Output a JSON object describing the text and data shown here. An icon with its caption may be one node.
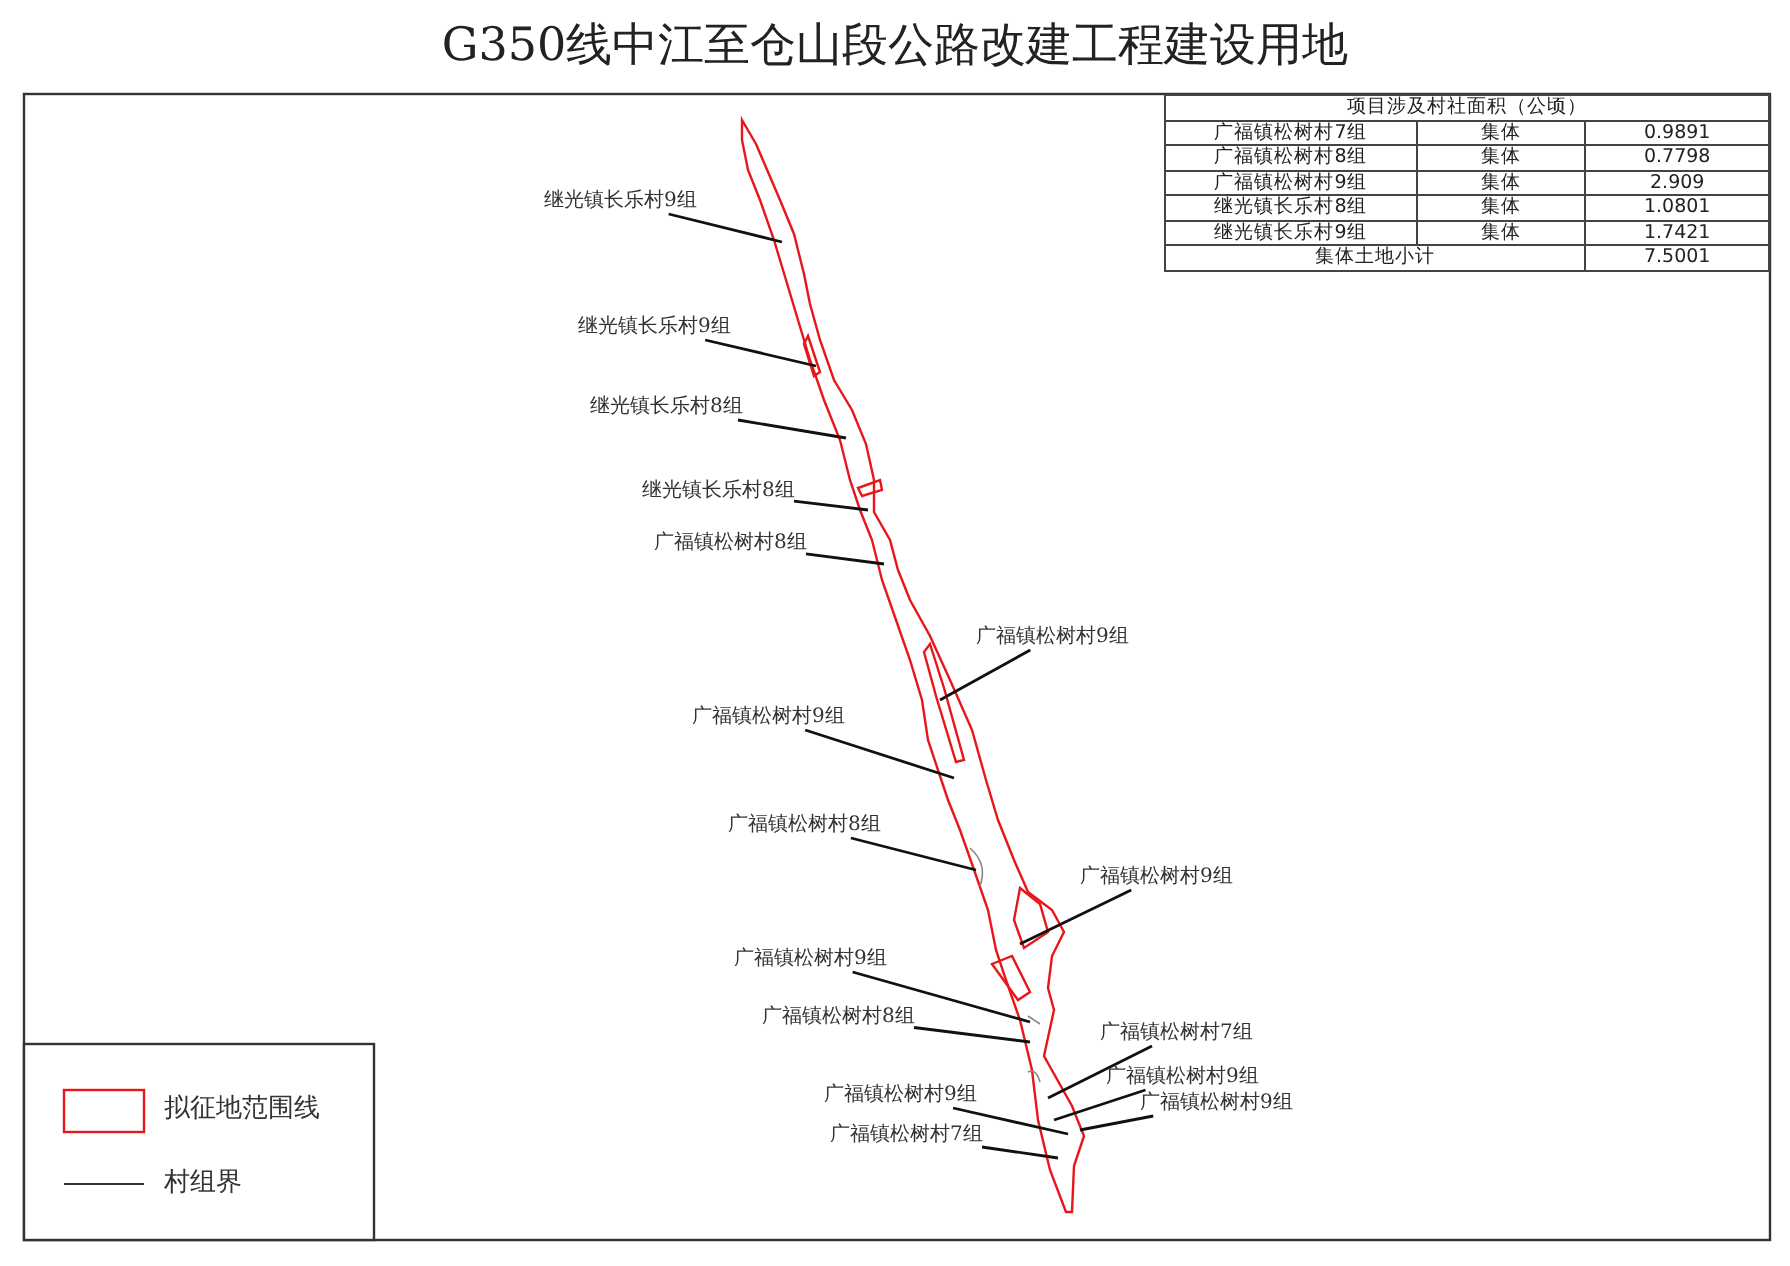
{
  "diagram": {
    "title": "G350线中江至仓山段公路改建工程建设用地",
    "nodes": [
      {
        "text": [
          "继光镇长乐村9组"
        ]
      },
      {
        "text": [
          "继光镇长乐村9组"
        ]
      },
      {
        "text": [
          "继光镇长乐村8组"
        ]
      },
      {
        "text": [
          "继光镇长乐村8组"
        ]
      },
      {
        "text": [
          "广福镇松树村8组"
        ]
      },
      {
        "text": [
          "广福镇松树村9组"
        ]
      },
      {
        "text": [
          "广福镇松树村9组"
        ]
      },
      {
        "text": [
          "广福镇松树村8组"
        ]
      },
      {
        "text": [
          "广福镇松树村9组"
        ]
      },
      {
        "text": [
          "广福镇松树村9组"
        ]
      },
      {
        "text": [
          "广福镇松树村8组"
        ]
      },
      {
        "text": [
          "广福镇松树村7组"
        ]
      },
      {
        "text": [
          "广福镇松树村9组"
        ]
      },
      {
        "text": [
          "广福镇松树村9组"
        ]
      },
      {
        "text": [
          "广福镇松树村9组"
        ]
      },
      {
        "text": [
          "广福镇松树村7组"
        ]
      },
      {
        "text": [],
        "shape": "picture"
      }
    ],
    "edges": [
      {
        "from": 0,
        "to": 16,
        "arrow": "none"
      },
      {
        "from": 1,
        "to": 16,
        "arrow": "none"
      },
      {
        "from": 2,
        "to": 16,
        "arrow": "none"
      },
      {
        "from": 3,
        "to": 16,
        "arrow": "none"
      },
      {
        "from": 4,
        "to": 16,
        "arrow": "none"
      },
      {
        "from": 5,
        "to": 16,
        "arrow": "none"
      },
      {
        "from": 6,
        "to": 16,
        "arrow": "none"
      },
      {
        "from": 7,
        "to": 16,
        "arrow": "none"
      },
      {
        "from": 8,
        "to": 16,
        "arrow": "none"
      },
      {
        "from": 9,
        "to": 16,
        "arrow": "none"
      },
      {
        "from": 10,
        "to": 16,
        "arrow": "none"
      },
      {
        "from": 11,
        "to": 16,
        "arrow": "none"
      },
      {
        "from": 12,
        "to": 16,
        "arrow": "none"
      },
      {
        "from": 13,
        "to": 16,
        "arrow": "none"
      },
      {
        "from": 14,
        "to": 16,
        "arrow": "none"
      },
      {
        "from": 15,
        "to": 16,
        "arrow": "none"
      }
    ],
    "labels": [
      "项目涉及村社面积（公顷）",
      "广福镇松树村7组",
      "集体",
      "0.9891",
      "广福镇松树村8组",
      "集体",
      "0.7798",
      "广福镇松树村9组",
      "集体",
      "2.909",
      "继光镇长乐村8组",
      "集体",
      "1.0801",
      "继光镇长乐村9组",
      "集体",
      "1.7421",
      "集体土地小计",
      "7.5001"
    ],
    "legend": [
      {
        "text": "拟征地范围线"
      },
      {
        "text": "村组界"
      }
    ]
  }
}
